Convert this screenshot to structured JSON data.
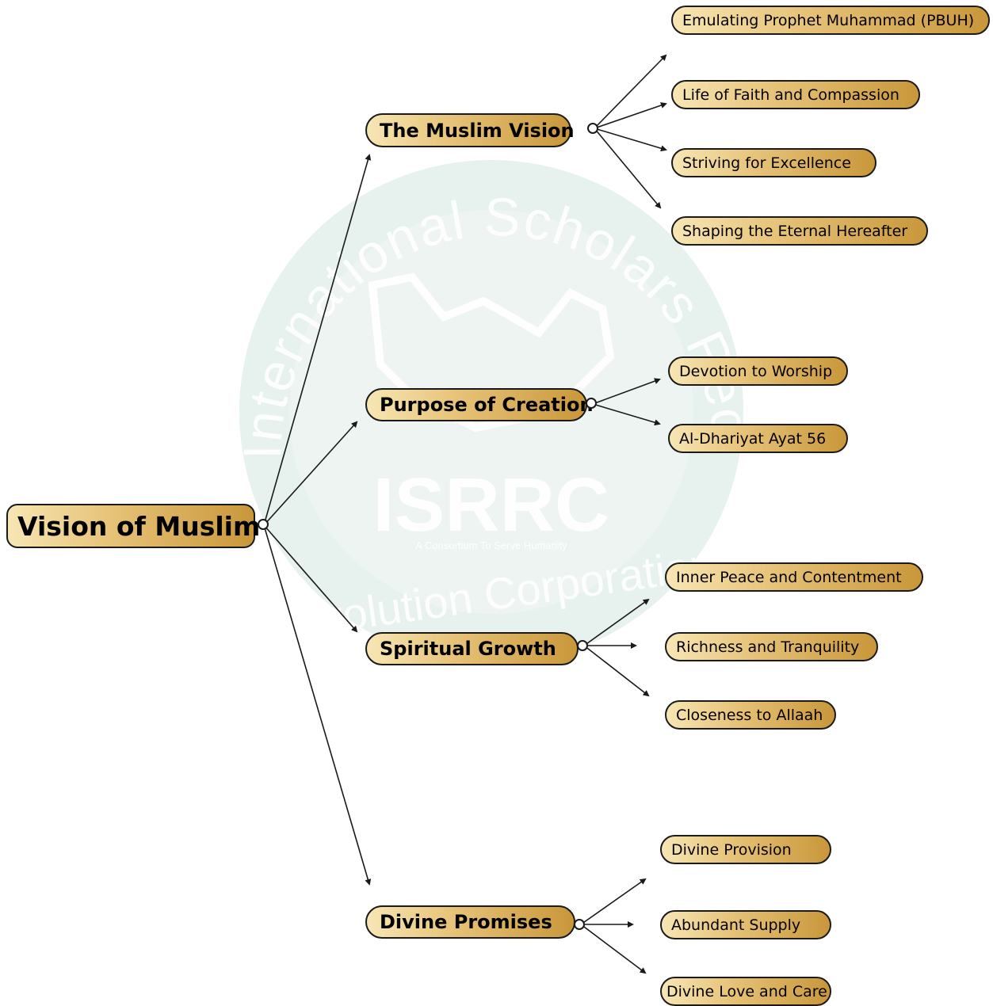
{
  "diagram": {
    "root": {
      "label": "Vision of Muslim"
    },
    "branches": [
      {
        "label": "The Muslim Vision",
        "children": [
          "Emulating Prophet Muhammad (PBUH)",
          "Life of Faith and Compassion",
          "Striving for Excellence",
          "Shaping the Eternal Hereafter"
        ]
      },
      {
        "label": "Purpose of Creation",
        "children": [
          "Devotion to Worship",
          "Al-Dhariyat Ayat 56"
        ]
      },
      {
        "label": "Spiritual Growth",
        "children": [
          "Inner Peace and Contentment",
          "Richness and Tranquility",
          "Closeness to Allaah"
        ]
      },
      {
        "label": "Divine Promises",
        "children": [
          "Divine Provision",
          "Abundant Supply",
          "Divine Love and Care"
        ]
      }
    ]
  },
  "watermark": {
    "arc_text": "International Scholars Reconciliation Revolution Corporation",
    "acronym": "ISRRC",
    "tagline": "A Consortium To Serve Humanity",
    "color": "#e3efea"
  },
  "colors": {
    "line": "#1a1a1a",
    "node_light": "#f7e6b4",
    "node_dark": "#c9973a"
  }
}
